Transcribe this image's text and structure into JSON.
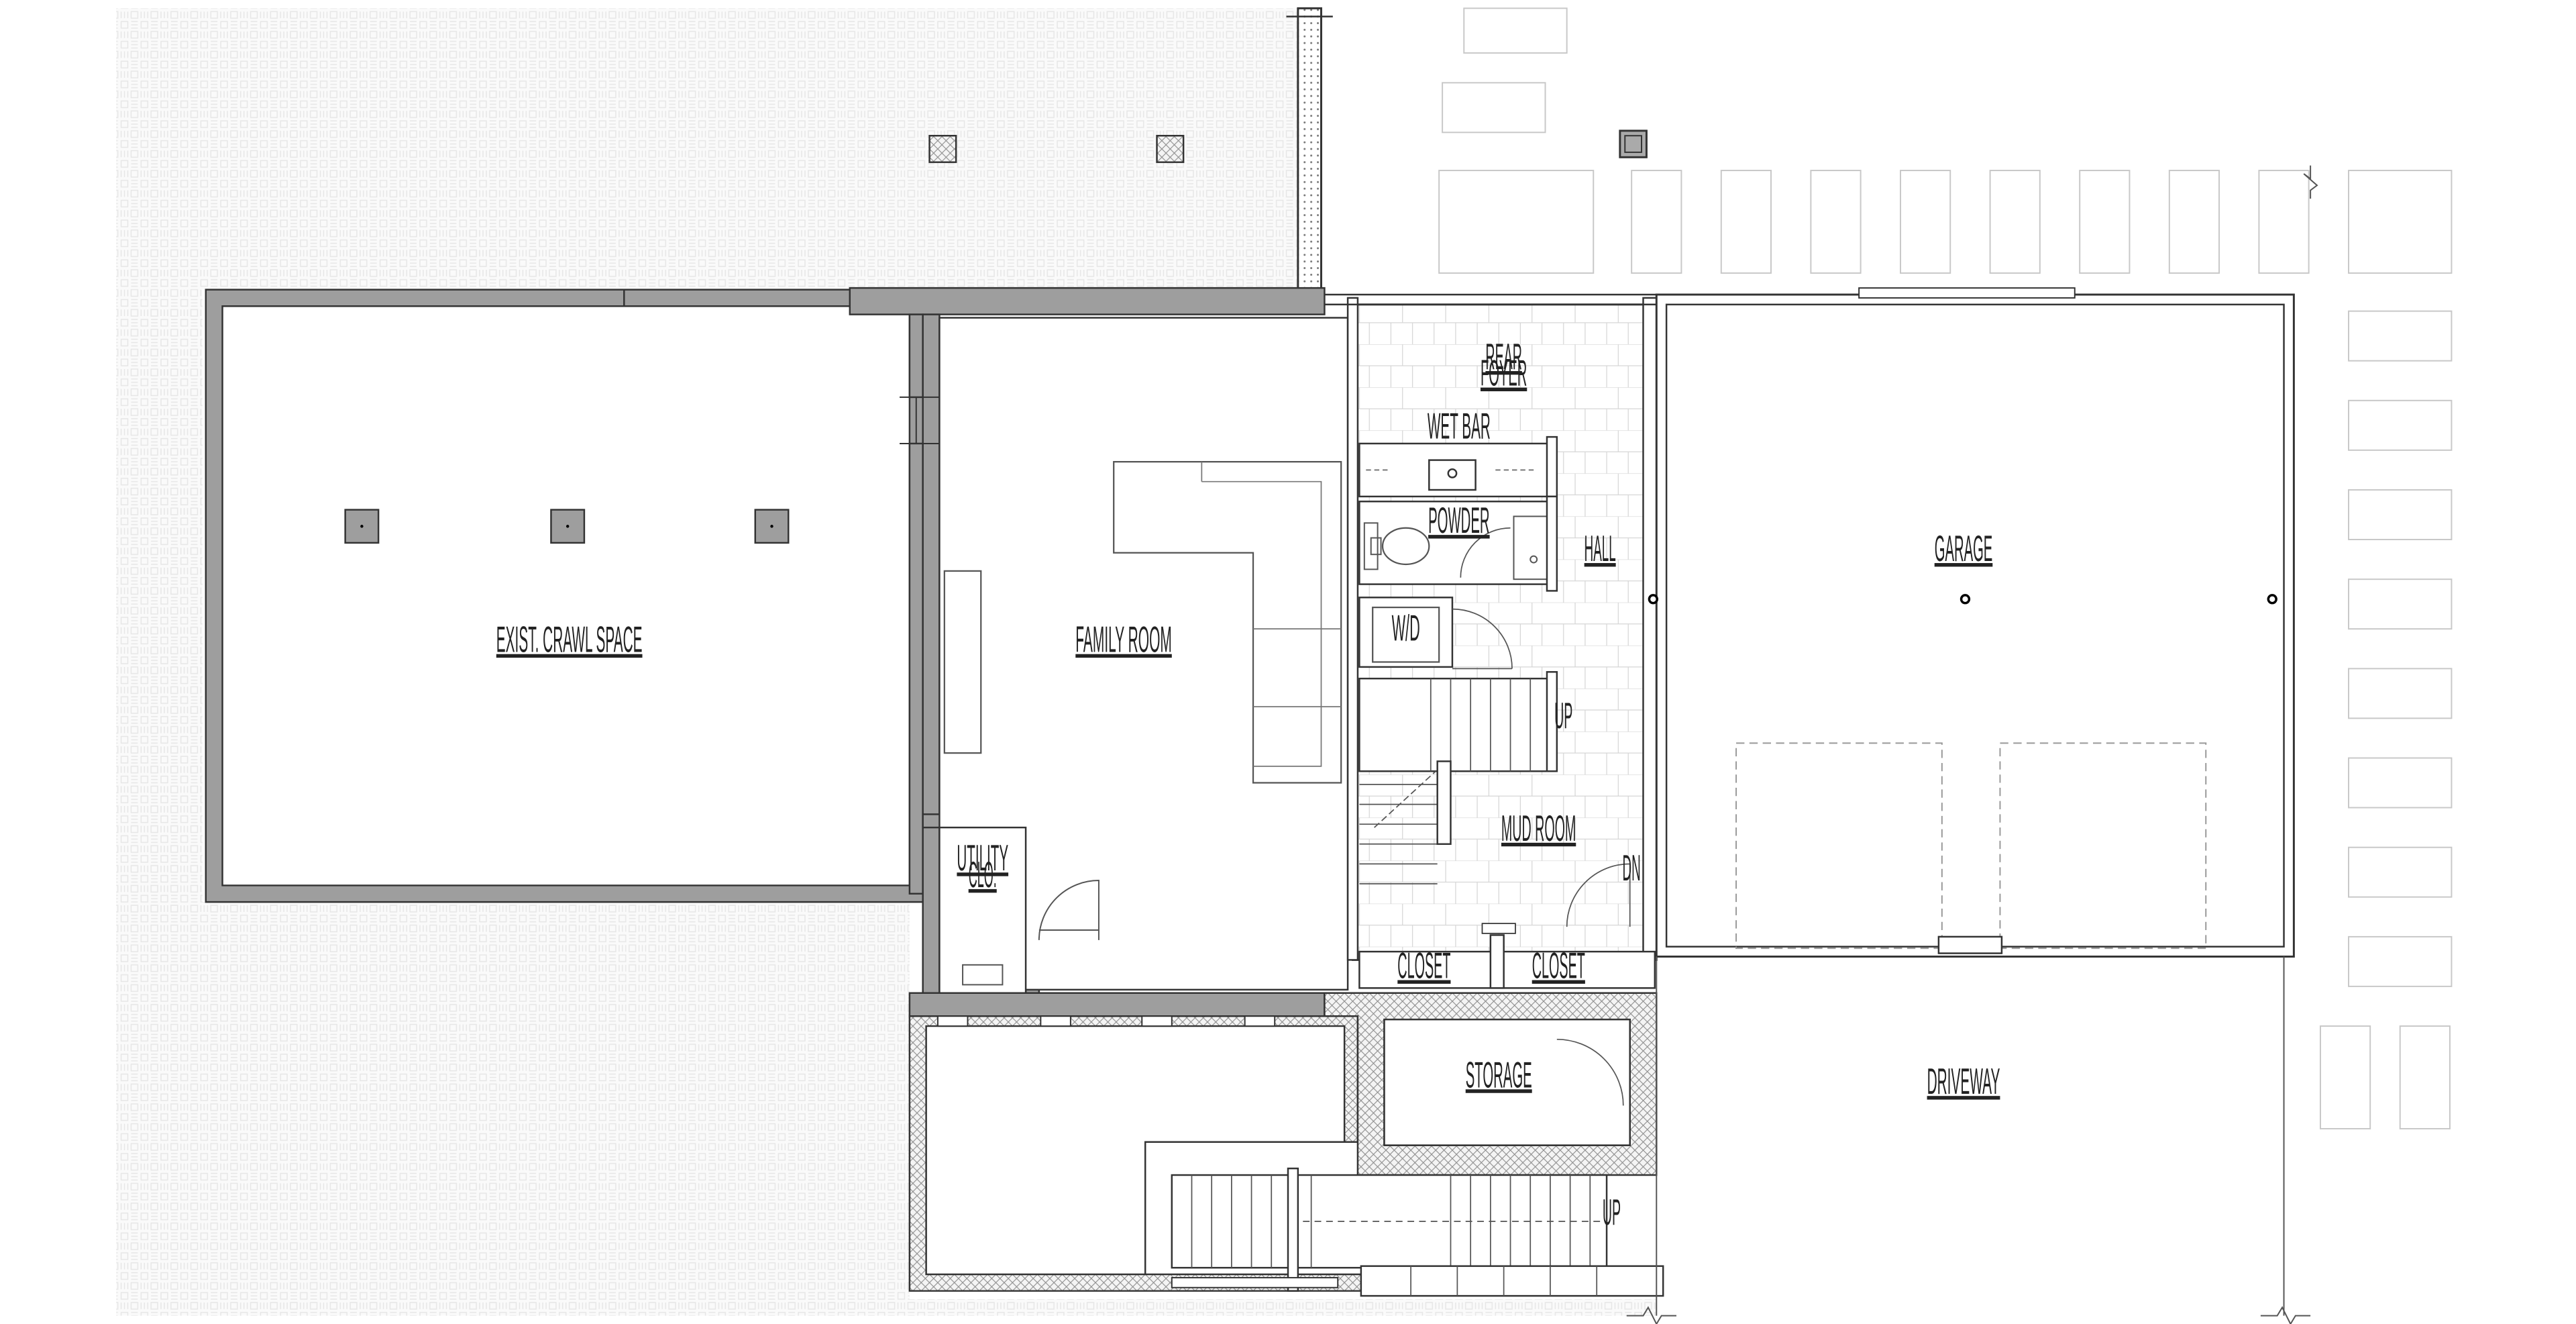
{
  "rooms": {
    "crawl": "EXIST. CRAWL SPACE",
    "family": "FAMILY ROOM",
    "utility_1": "UTILITY",
    "utility_2": "CLO.",
    "rear_foyer_1": "REAR",
    "rear_foyer_2": "FOYER",
    "wet_bar": "WET BAR",
    "powder": "POWDER",
    "hall": "HALL",
    "wd": "W/D",
    "mud_room": "MUD ROOM",
    "closet_a": "CLOSET",
    "closet_b": "CLOSET",
    "garage": "GARAGE",
    "storage": "STORAGE",
    "driveway": "DRIVEWAY"
  },
  "annotations": {
    "up_interior": "UP",
    "dn_mud": "DN",
    "up_exterior": "UP"
  }
}
